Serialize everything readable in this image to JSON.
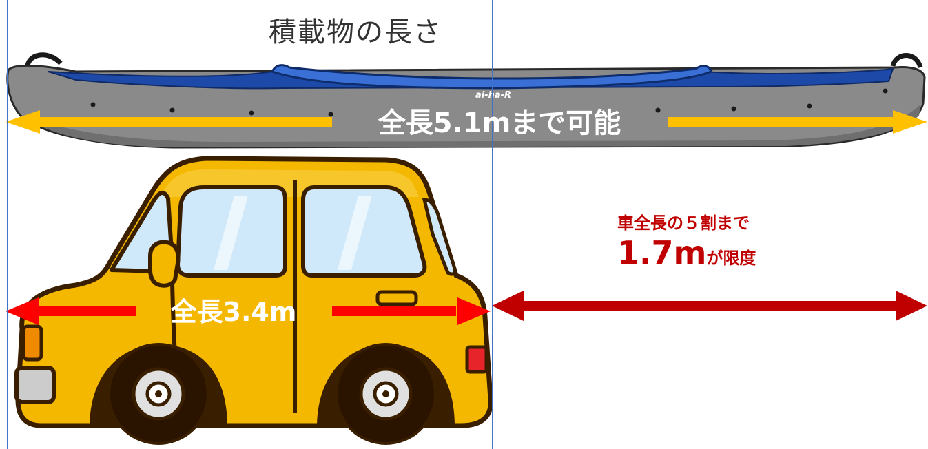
{
  "title": "積載物の長さ",
  "kayak": {
    "label": "全長5.1mまで可能",
    "logo_text": "ai-ha-R",
    "arrow_color": "#ffc000"
  },
  "car": {
    "label": "全長3.4m",
    "arrow_color": "#ff0000"
  },
  "limit": {
    "line1": "車全長の５割まで",
    "value": "1.7m",
    "suffix": "が限度",
    "arrow_color": "#c00000"
  }
}
